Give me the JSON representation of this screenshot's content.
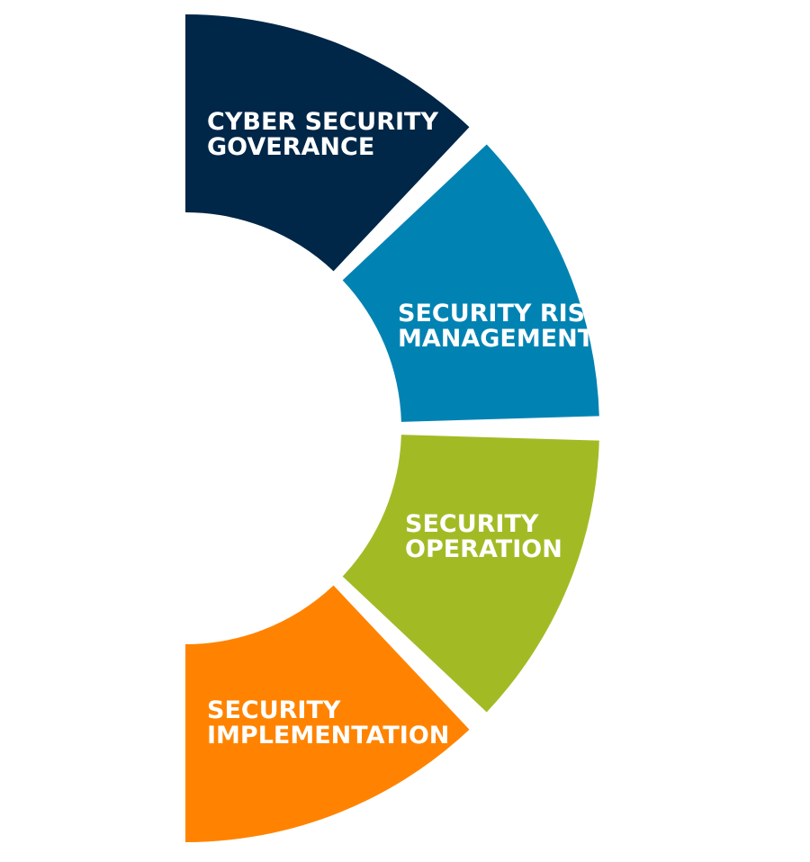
{
  "diagram": {
    "segments": [
      {
        "line1": "CYBER SECURITY",
        "line2": "GOVERANCE",
        "color": "#002648"
      },
      {
        "line1": "SECURITY RISK",
        "line2": "MANAGEMENT",
        "color": "#0083B3"
      },
      {
        "line1": "SECURITY",
        "line2": "OPERATION",
        "color": "#A2BB25"
      },
      {
        "line1": "SECURITY",
        "line2": "IMPLEMENTATION",
        "color": "#FF8300"
      }
    ]
  }
}
